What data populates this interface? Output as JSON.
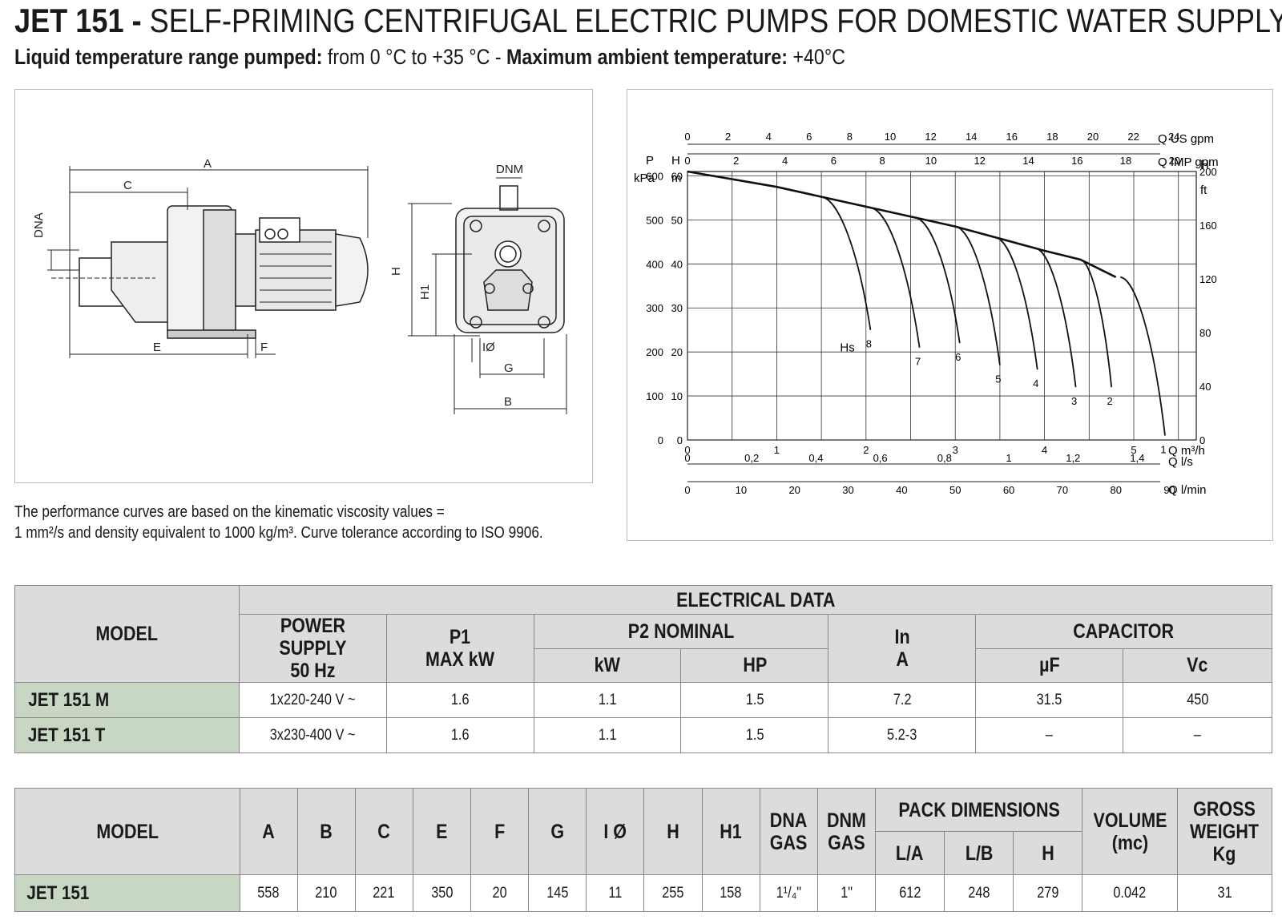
{
  "header": {
    "title_bold": "JET 151 - ",
    "title_rest": "SELF-PRIMING CENTRIFUGAL ELECTRIC PUMPS FOR DOMESTIC WATER SUPPLY",
    "sub_label1": "Liquid temperature range pumped:",
    "sub_value1": " from 0 °C to +35 °C - ",
    "sub_label2": "Maximum ambient temperature:",
    "sub_value2": " +40°C"
  },
  "drawing": {
    "labels": {
      "A": "A",
      "C": "C",
      "DNA": "DNA",
      "E": "E",
      "F": "F",
      "DNM": "DNM",
      "H": "H",
      "H1": "H1",
      "IO": "IØ",
      "G": "G",
      "B": "B"
    }
  },
  "note": {
    "line1": "The performance curves are based on the kinematic viscosity values =",
    "line2": "1 mm²/s and density equivalent to 1000 kg/m³. Curve tolerance according to ISO 9906."
  },
  "chart_data": {
    "type": "line",
    "x_m3h_range": [
      0,
      5.7
    ],
    "y_m_range": [
      0,
      60
    ],
    "left_axis_P": {
      "label1": "P",
      "label2": "kPa",
      "ticks": [
        "0",
        "100",
        "200",
        "300",
        "400",
        "500",
        "600"
      ]
    },
    "left_axis_H": {
      "label1": "H",
      "label2": "m",
      "ticks": [
        "0",
        "10",
        "20",
        "30",
        "40",
        "50",
        "60"
      ]
    },
    "right_axis_H": {
      "label1": "H",
      "label2": "ft",
      "ticks": [
        "0",
        "40",
        "80",
        "120",
        "160",
        "200"
      ]
    },
    "top_axis_US": {
      "label": "Q US gpm",
      "ticks": [
        "0",
        "2",
        "4",
        "6",
        "8",
        "10",
        "12",
        "14",
        "16",
        "18",
        "20",
        "22",
        "24"
      ]
    },
    "top_axis_IMP": {
      "label": "Q IMP gpm",
      "ticks": [
        "0",
        "2",
        "4",
        "6",
        "8",
        "10",
        "12",
        "14",
        "16",
        "18",
        "20"
      ]
    },
    "bottom_axis_m3h": {
      "label": "Q m³/h",
      "ticks": [
        "0",
        "1",
        "2",
        "3",
        "4",
        "5"
      ]
    },
    "bottom_axis_ls": {
      "label": "Q l/s",
      "ticks": [
        "0",
        "0,2",
        "0,4",
        "0,6",
        "0,8",
        "1",
        "1,2",
        "1,4"
      ]
    },
    "bottom_axis_lmin": {
      "label": "Q l/min",
      "ticks": [
        "0",
        "10",
        "20",
        "30",
        "40",
        "50",
        "60",
        "70",
        "80",
        "90"
      ]
    },
    "hs_label": "Hs",
    "main_curve": {
      "x": [
        0,
        1,
        2,
        3,
        4,
        4.4,
        4.8
      ],
      "y": [
        61,
        57.5,
        53,
        48.5,
        43,
        41,
        37
      ]
    },
    "series": [
      {
        "name": "8",
        "branch_x": 1.5,
        "end_x": 2.05,
        "end_y": 25
      },
      {
        "name": "7",
        "branch_x": 2.05,
        "end_x": 2.6,
        "end_y": 21
      },
      {
        "name": "6",
        "branch_x": 2.55,
        "end_x": 3.05,
        "end_y": 22
      },
      {
        "name": "5",
        "branch_x": 3.0,
        "end_x": 3.5,
        "end_y": 17
      },
      {
        "name": "4",
        "branch_x": 3.45,
        "end_x": 3.92,
        "end_y": 16
      },
      {
        "name": "3",
        "branch_x": 3.9,
        "end_x": 4.35,
        "end_y": 12
      },
      {
        "name": "2",
        "branch_x": 4.4,
        "end_x": 4.75,
        "end_y": 12
      },
      {
        "name": "1",
        "branch_x": 4.85,
        "end_x": 5.35,
        "end_y": 1
      }
    ]
  },
  "electrical_table": {
    "model_header": "MODEL",
    "group_header": "ELECTRICAL DATA",
    "power_supply": "POWER SUPPLY",
    "power_supply2": "50 Hz",
    "p1": "P1",
    "p1b": "MAX kW",
    "p2": "P2 NOMINAL",
    "kw": "kW",
    "hp": "HP",
    "in1": "In",
    "in2": "A",
    "capacitor": "CAPACITOR",
    "uf": "µF",
    "vc": "Vc",
    "rows": [
      {
        "model": "JET 151 M",
        "supply": "1x220-240 V ~",
        "p1": "1.6",
        "kw": "1.1",
        "hp": "1.5",
        "in": "7.2",
        "uf": "31.5",
        "vc": "450"
      },
      {
        "model": "JET 151 T",
        "supply": "3x230-400 V ~",
        "p1": "1.6",
        "kw": "1.1",
        "hp": "1.5",
        "in": "5.2-3",
        "uf": "–",
        "vc": "–"
      }
    ]
  },
  "dimension_table": {
    "headers": {
      "model": "MODEL",
      "a": "A",
      "b": "B",
      "c": "C",
      "e": "E",
      "f": "F",
      "g": "G",
      "io": "I Ø",
      "h": "H",
      "h1": "H1",
      "dna1": "DNA",
      "dna2": "GAS",
      "dnm1": "DNM",
      "dnm2": "GAS",
      "pack": "PACK DIMENSIONS",
      "la": "L/A",
      "lb": "L/B",
      "ph": "H",
      "vol1": "VOLUME",
      "vol2": "(mc)",
      "gw1": "GROSS",
      "gw2": "WEIGHT",
      "gw3": "Kg"
    },
    "row": {
      "model": "JET 151",
      "a": "558",
      "b": "210",
      "c": "221",
      "e": "350",
      "f": "20",
      "g": "145",
      "io": "11",
      "h": "255",
      "h1": "158",
      "dna": "1¹/₄\"",
      "dnm": "1\"",
      "la": "612",
      "lb": "248",
      "ph": "279",
      "vol": "0.042",
      "gw": "31"
    }
  }
}
